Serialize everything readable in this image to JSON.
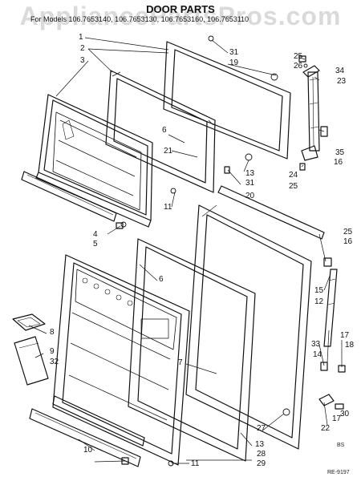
{
  "header": {
    "watermark": "AppliancePartsPros.com",
    "title": "DOOR PARTS",
    "models": "For Models 106.7653140, 106.7653130, 106.7653160, 106.7653110"
  },
  "callouts": [
    {
      "id": "c1",
      "text": "1"
    },
    {
      "id": "c2",
      "text": "2"
    },
    {
      "id": "c3",
      "text": "3"
    },
    {
      "id": "c4",
      "text": "4"
    },
    {
      "id": "c5",
      "text": "5"
    },
    {
      "id": "c6",
      "text": "6"
    },
    {
      "id": "c7",
      "text": "7"
    },
    {
      "id": "c8",
      "text": "8"
    },
    {
      "id": "c9",
      "text": "9"
    },
    {
      "id": "c10",
      "text": "10"
    },
    {
      "id": "c11",
      "text": "11"
    },
    {
      "id": "c12",
      "text": "12"
    },
    {
      "id": "c13",
      "text": "13"
    },
    {
      "id": "c14",
      "text": "14"
    },
    {
      "id": "c15",
      "text": "15"
    },
    {
      "id": "c16",
      "text": "16"
    },
    {
      "id": "c17",
      "text": "17"
    },
    {
      "id": "c18",
      "text": "18"
    },
    {
      "id": "c19",
      "text": "19"
    },
    {
      "id": "c20",
      "text": "20"
    },
    {
      "id": "c21",
      "text": "21"
    },
    {
      "id": "c22",
      "text": "22"
    },
    {
      "id": "c23",
      "text": "23"
    },
    {
      "id": "c24",
      "text": "24"
    },
    {
      "id": "c25",
      "text": "25"
    },
    {
      "id": "c26",
      "text": "26"
    },
    {
      "id": "c27",
      "text": "27"
    },
    {
      "id": "c28",
      "text": "28"
    },
    {
      "id": "c29",
      "text": "29"
    },
    {
      "id": "c30",
      "text": "30"
    },
    {
      "id": "c31",
      "text": "31"
    },
    {
      "id": "c32",
      "text": "32"
    },
    {
      "id": "c33",
      "text": "33"
    },
    {
      "id": "c34",
      "text": "34"
    },
    {
      "id": "c35",
      "text": "35"
    }
  ],
  "footer": {
    "code": "RE-9197",
    "mark": "BS"
  }
}
